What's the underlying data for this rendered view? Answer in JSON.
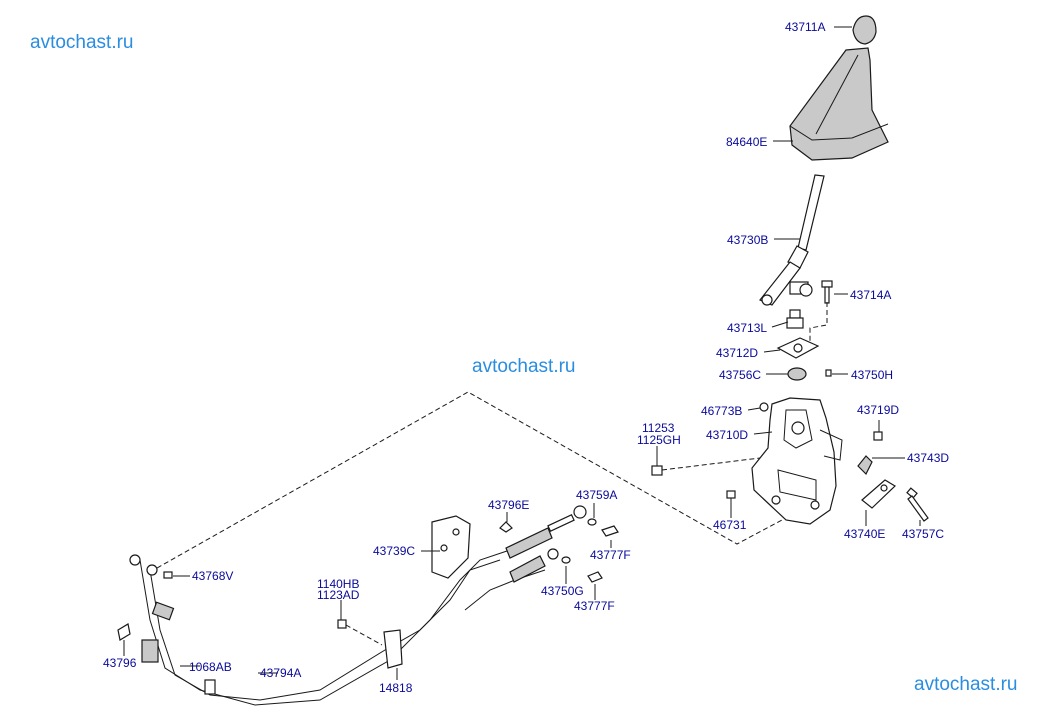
{
  "watermarks": [
    "avtochast.ru",
    "avtochast.ru",
    "avtochast.ru"
  ],
  "part_labels": {
    "p43711A": "43711A",
    "p84640E": "84640E",
    "p43730B": "43730B",
    "p43714A": "43714A",
    "p43713L": "43713L",
    "p43712D": "43712D",
    "p43756C": "43756C",
    "p43750H": "43750H",
    "p46773B": "46773B",
    "p43719D": "43719D",
    "p11253": "11253",
    "p1125GH": "1125GH",
    "p43710D": "43710D",
    "p43743D": "43743D",
    "p46731": "46731",
    "p43740E": "43740E",
    "p43757C": "43757C",
    "p43796E": "43796E",
    "p43759A": "43759A",
    "p43739C": "43739C",
    "p43777F_a": "43777F",
    "p43768V": "43768V",
    "p1140HB": "1140HB",
    "p1123AD": "1123AD",
    "p43750G": "43750G",
    "p43777F_b": "43777F",
    "p43796": "43796",
    "p1068AB": "1068AB",
    "p43794A": "43794A",
    "p14818": "14818"
  }
}
